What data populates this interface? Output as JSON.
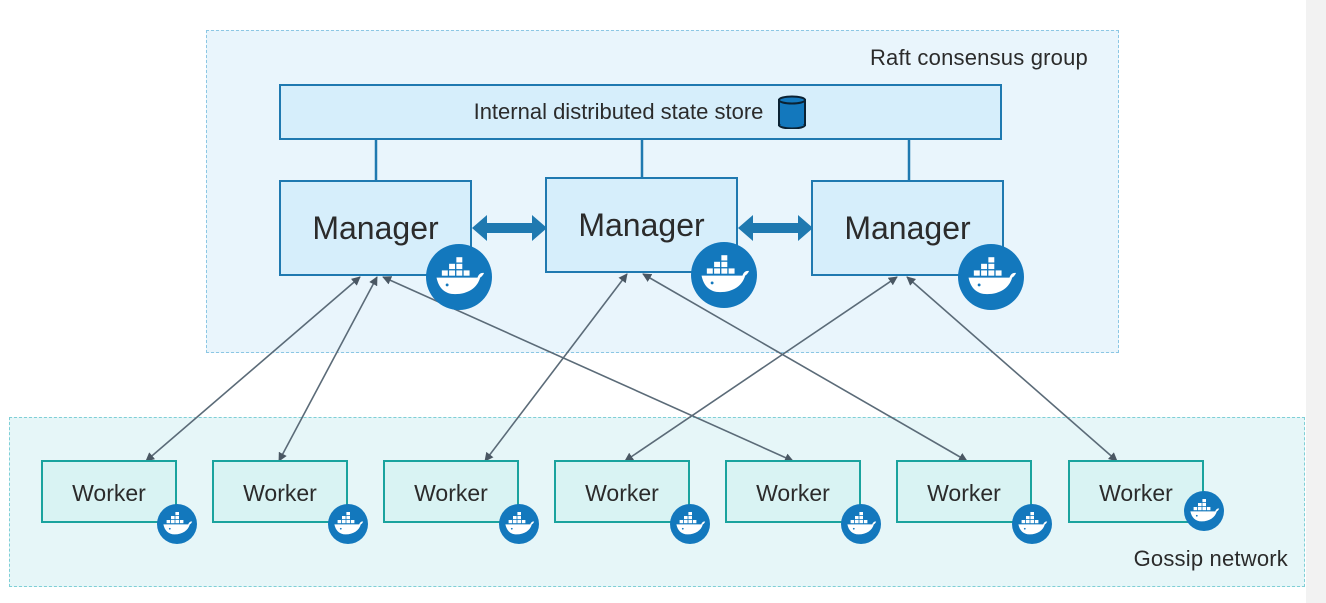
{
  "diagram": {
    "raft_group_label": "Raft consensus group",
    "gossip_group_label": "Gossip network",
    "state_store_label": "Internal distributed state store",
    "manager_label": "Manager",
    "worker_label": "Worker",
    "managers": [
      "Manager",
      "Manager",
      "Manager"
    ],
    "workers": [
      "Worker",
      "Worker",
      "Worker",
      "Worker",
      "Worker",
      "Worker",
      "Worker"
    ],
    "icons": {
      "store": "database-cylinder-icon",
      "node": "docker-whale-icon"
    },
    "colors": {
      "raft_fill": "#e9f5fc",
      "raft_border": "#8cc7e4",
      "gossip_fill": "#e6f6f8",
      "gossip_border": "#7fcfd6",
      "manager_fill": "#d6eefb",
      "manager_border": "#1f79b0",
      "worker_fill": "#d9f3f3",
      "worker_border": "#1aa39e",
      "docker_blue": "#1378bd",
      "arrow_gray": "#5b6b78"
    }
  }
}
